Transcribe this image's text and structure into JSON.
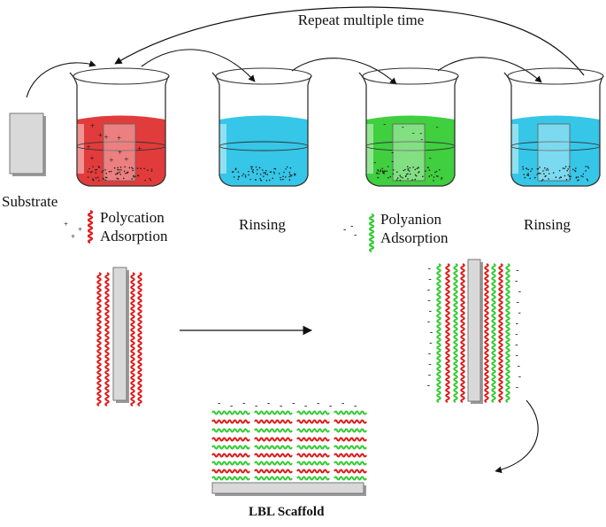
{
  "title_arrow_label": "Repeat multiple time",
  "labels": {
    "substrate": "Substrate",
    "polycation": "Polycation",
    "adsorption_1": "Adsorption",
    "rinsing_1": "Rinsing",
    "polyanion": "Polyanion",
    "adsorption_2": "Adsorption",
    "rinsing_2": "Rinsing",
    "scaffold": "LBL Scaffold"
  },
  "colors": {
    "polycation_solution": "#e23b3b",
    "rinse_solution": "#35c6e8",
    "polyanion_solution": "#3fcf3f",
    "polycation_chain": "#e01b1b",
    "polyanion_chain": "#33cc33",
    "substrate_fill": "#d9d9d9"
  },
  "beakers": [
    {
      "role": "polycation-adsorption",
      "solution": "#e23b3b",
      "substrate": true,
      "charges": "+"
    },
    {
      "role": "rinsing",
      "solution": "#35c6e8",
      "substrate": false,
      "charges": ""
    },
    {
      "role": "polyanion-adsorption",
      "solution": "#3fcf3f",
      "substrate": true,
      "charges": "-"
    },
    {
      "role": "rinsing",
      "solution": "#35c6e8",
      "substrate": true,
      "charges": ""
    }
  ]
}
